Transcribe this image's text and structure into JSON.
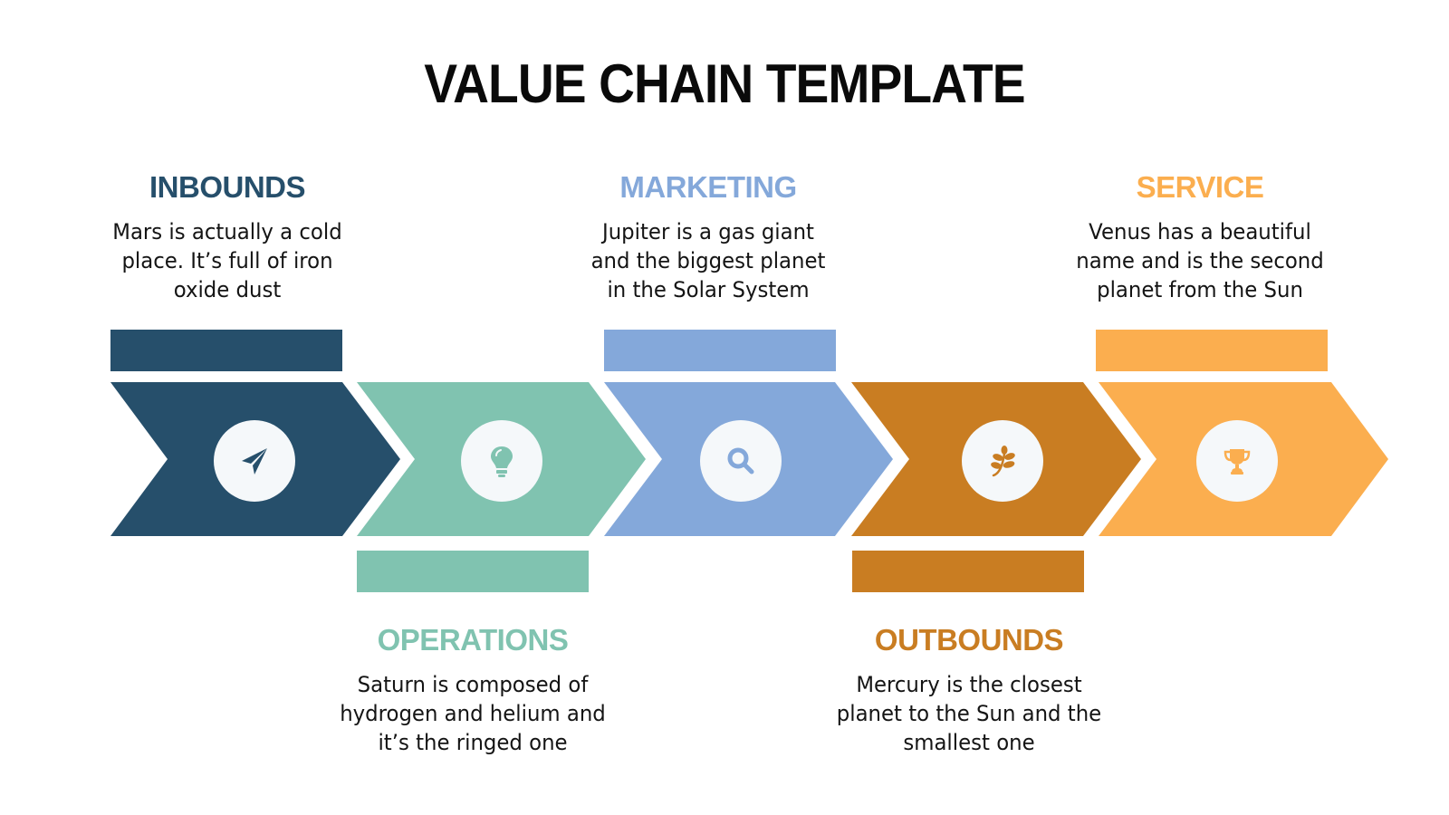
{
  "title": "VALUE CHAIN TEMPLATE",
  "stages": [
    {
      "id": "inbounds",
      "heading": "INBOUNDS",
      "description": [
        "Mars is actually a cold",
        "place. It’s full of iron",
        "oxide dust"
      ],
      "position": "top",
      "color": "#264f6b",
      "icon": "paper-plane-icon"
    },
    {
      "id": "operations",
      "heading": "OPERATIONS",
      "description": [
        "Saturn is composed of",
        "hydrogen and helium and",
        "it’s the ringed one"
      ],
      "position": "bottom",
      "color": "#80c3b0",
      "icon": "lightbulb-icon"
    },
    {
      "id": "marketing",
      "heading": "MARKETING",
      "description": [
        "Jupiter is a gas giant",
        "and the biggest planet",
        "in the Solar System"
      ],
      "position": "top",
      "color": "#84a8da",
      "icon": "magnifier-icon"
    },
    {
      "id": "outbounds",
      "heading": "OUTBOUNDS",
      "description": [
        "Mercury is the closest",
        "planet to the Sun and the",
        "smallest one"
      ],
      "position": "bottom",
      "color": "#c97d22",
      "icon": "leaf-branch-icon"
    },
    {
      "id": "service",
      "heading": "SERVICE",
      "description": [
        "Venus has a beautiful",
        "name and is the second",
        "planet from the Sun"
      ],
      "position": "top",
      "color": "#fbae4f",
      "icon": "trophy-icon"
    }
  ],
  "colors": {
    "background": "#ffffff",
    "title": "#0a0a0a",
    "text": "#141414",
    "icon_circle": "#f5f8fa"
  }
}
